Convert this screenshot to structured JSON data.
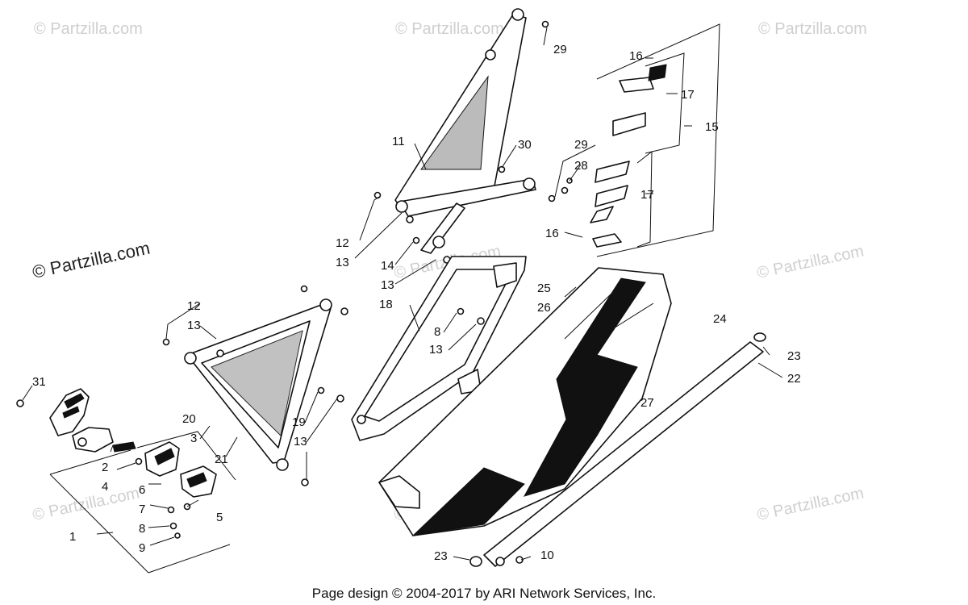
{
  "footer": {
    "text": "Page design © 2004-2017 by ARI Network Services, Inc."
  },
  "watermark": {
    "text": "© Partzilla.com",
    "text_dark": "© Partzilla.com"
  },
  "callouts": [
    {
      "id": "c1",
      "label": "1"
    },
    {
      "id": "c2",
      "label": "2"
    },
    {
      "id": "c3",
      "label": "3"
    },
    {
      "id": "c4",
      "label": "4"
    },
    {
      "id": "c5",
      "label": "5"
    },
    {
      "id": "c6",
      "label": "6"
    },
    {
      "id": "c7",
      "label": "7"
    },
    {
      "id": "c8a",
      "label": "8"
    },
    {
      "id": "c8b",
      "label": "8"
    },
    {
      "id": "c9",
      "label": "9"
    },
    {
      "id": "c10",
      "label": "10"
    },
    {
      "id": "c11",
      "label": "11"
    },
    {
      "id": "c12a",
      "label": "12"
    },
    {
      "id": "c12b",
      "label": "12"
    },
    {
      "id": "c13a",
      "label": "13"
    },
    {
      "id": "c13b",
      "label": "13"
    },
    {
      "id": "c13c",
      "label": "13"
    },
    {
      "id": "c13d",
      "label": "13"
    },
    {
      "id": "c13e",
      "label": "13"
    },
    {
      "id": "c14",
      "label": "14"
    },
    {
      "id": "c15",
      "label": "15"
    },
    {
      "id": "c16a",
      "label": "16"
    },
    {
      "id": "c16b",
      "label": "16"
    },
    {
      "id": "c17a",
      "label": "17"
    },
    {
      "id": "c17b",
      "label": "17"
    },
    {
      "id": "c18",
      "label": "18"
    },
    {
      "id": "c19",
      "label": "19"
    },
    {
      "id": "c20",
      "label": "20"
    },
    {
      "id": "c21",
      "label": "21"
    },
    {
      "id": "c22",
      "label": "22"
    },
    {
      "id": "c23a",
      "label": "23"
    },
    {
      "id": "c23b",
      "label": "23"
    },
    {
      "id": "c24",
      "label": "24"
    },
    {
      "id": "c25",
      "label": "25"
    },
    {
      "id": "c26",
      "label": "26"
    },
    {
      "id": "c27",
      "label": "27"
    },
    {
      "id": "c28",
      "label": "28"
    },
    {
      "id": "c29a",
      "label": "29"
    },
    {
      "id": "c29b",
      "label": "29"
    },
    {
      "id": "c30",
      "label": "30"
    },
    {
      "id": "c31",
      "label": "31"
    }
  ]
}
